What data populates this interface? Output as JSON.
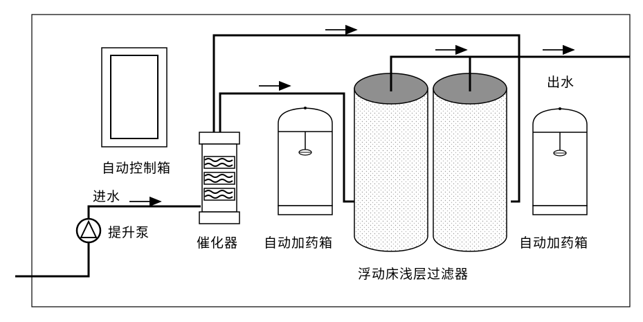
{
  "labels": {
    "control_box": "自动控制箱",
    "water_in": "进水",
    "lift_pump": "提升泵",
    "catalyzer": "催化器",
    "dosing_box_left": "自动加药箱",
    "filter": "浮动床浅层过滤器",
    "dosing_box_right": "自动加药箱",
    "water_out": "出水"
  },
  "colors": {
    "line": "#000000",
    "filter_top": "#8f8f8f",
    "tank_fill": "#ffffff"
  }
}
